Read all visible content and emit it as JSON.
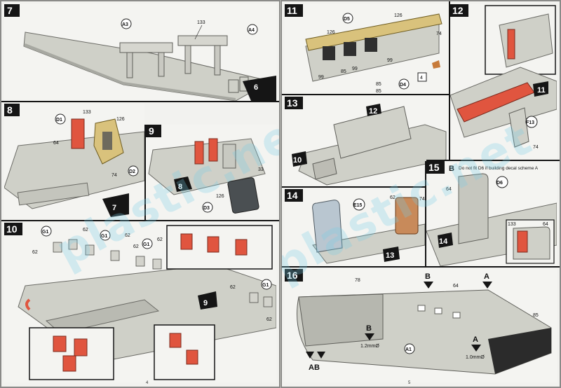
{
  "left_page": {
    "page_number": "4",
    "steps": [
      {
        "number": "7",
        "callouts": [
          "A3",
          "A4",
          "133",
          "6"
        ]
      },
      {
        "number": "8",
        "callouts": [
          "D1",
          "133",
          "126",
          "64",
          "74",
          "D2",
          "7"
        ]
      },
      {
        "number": "9",
        "callouts": [
          "8",
          "126",
          "33",
          "D3"
        ]
      },
      {
        "number": "10",
        "callouts": [
          "G1",
          "62",
          "62",
          "G1",
          "62",
          "G1",
          "62",
          "62",
          "62",
          "G1",
          "62",
          "9"
        ]
      }
    ]
  },
  "right_page": {
    "page_number": "5",
    "steps": [
      {
        "number": "11",
        "callouts": [
          "D5",
          "126",
          "126",
          "74",
          "85",
          "99",
          "99",
          "85",
          "99",
          "4",
          "D4",
          "85"
        ]
      },
      {
        "number": "12",
        "callouts": [
          "11",
          "F13",
          "74"
        ]
      },
      {
        "number": "13",
        "callouts": [
          "12",
          "10"
        ]
      },
      {
        "number": "14",
        "callouts": [
          "E15",
          "62",
          "74",
          "13"
        ]
      },
      {
        "number": "15",
        "callouts": [
          "B",
          "D6",
          "64",
          "14",
          "133",
          "64"
        ],
        "note": "Do not fit D6 if building decal scheme A"
      },
      {
        "number": "16",
        "callouts": [
          "78",
          "B",
          "A",
          "64",
          "85",
          "B",
          "1.2mmØ",
          "A",
          "1.0mmØ",
          "A1",
          "AB"
        ]
      }
    ]
  },
  "watermark": "plastic.net",
  "colors": {
    "paint_red": "#e0553f",
    "part_grey": "#cfd0c8",
    "clear_part": "#b9c6d0",
    "sand": "#d9c27c",
    "dark": "#4a4f52"
  }
}
